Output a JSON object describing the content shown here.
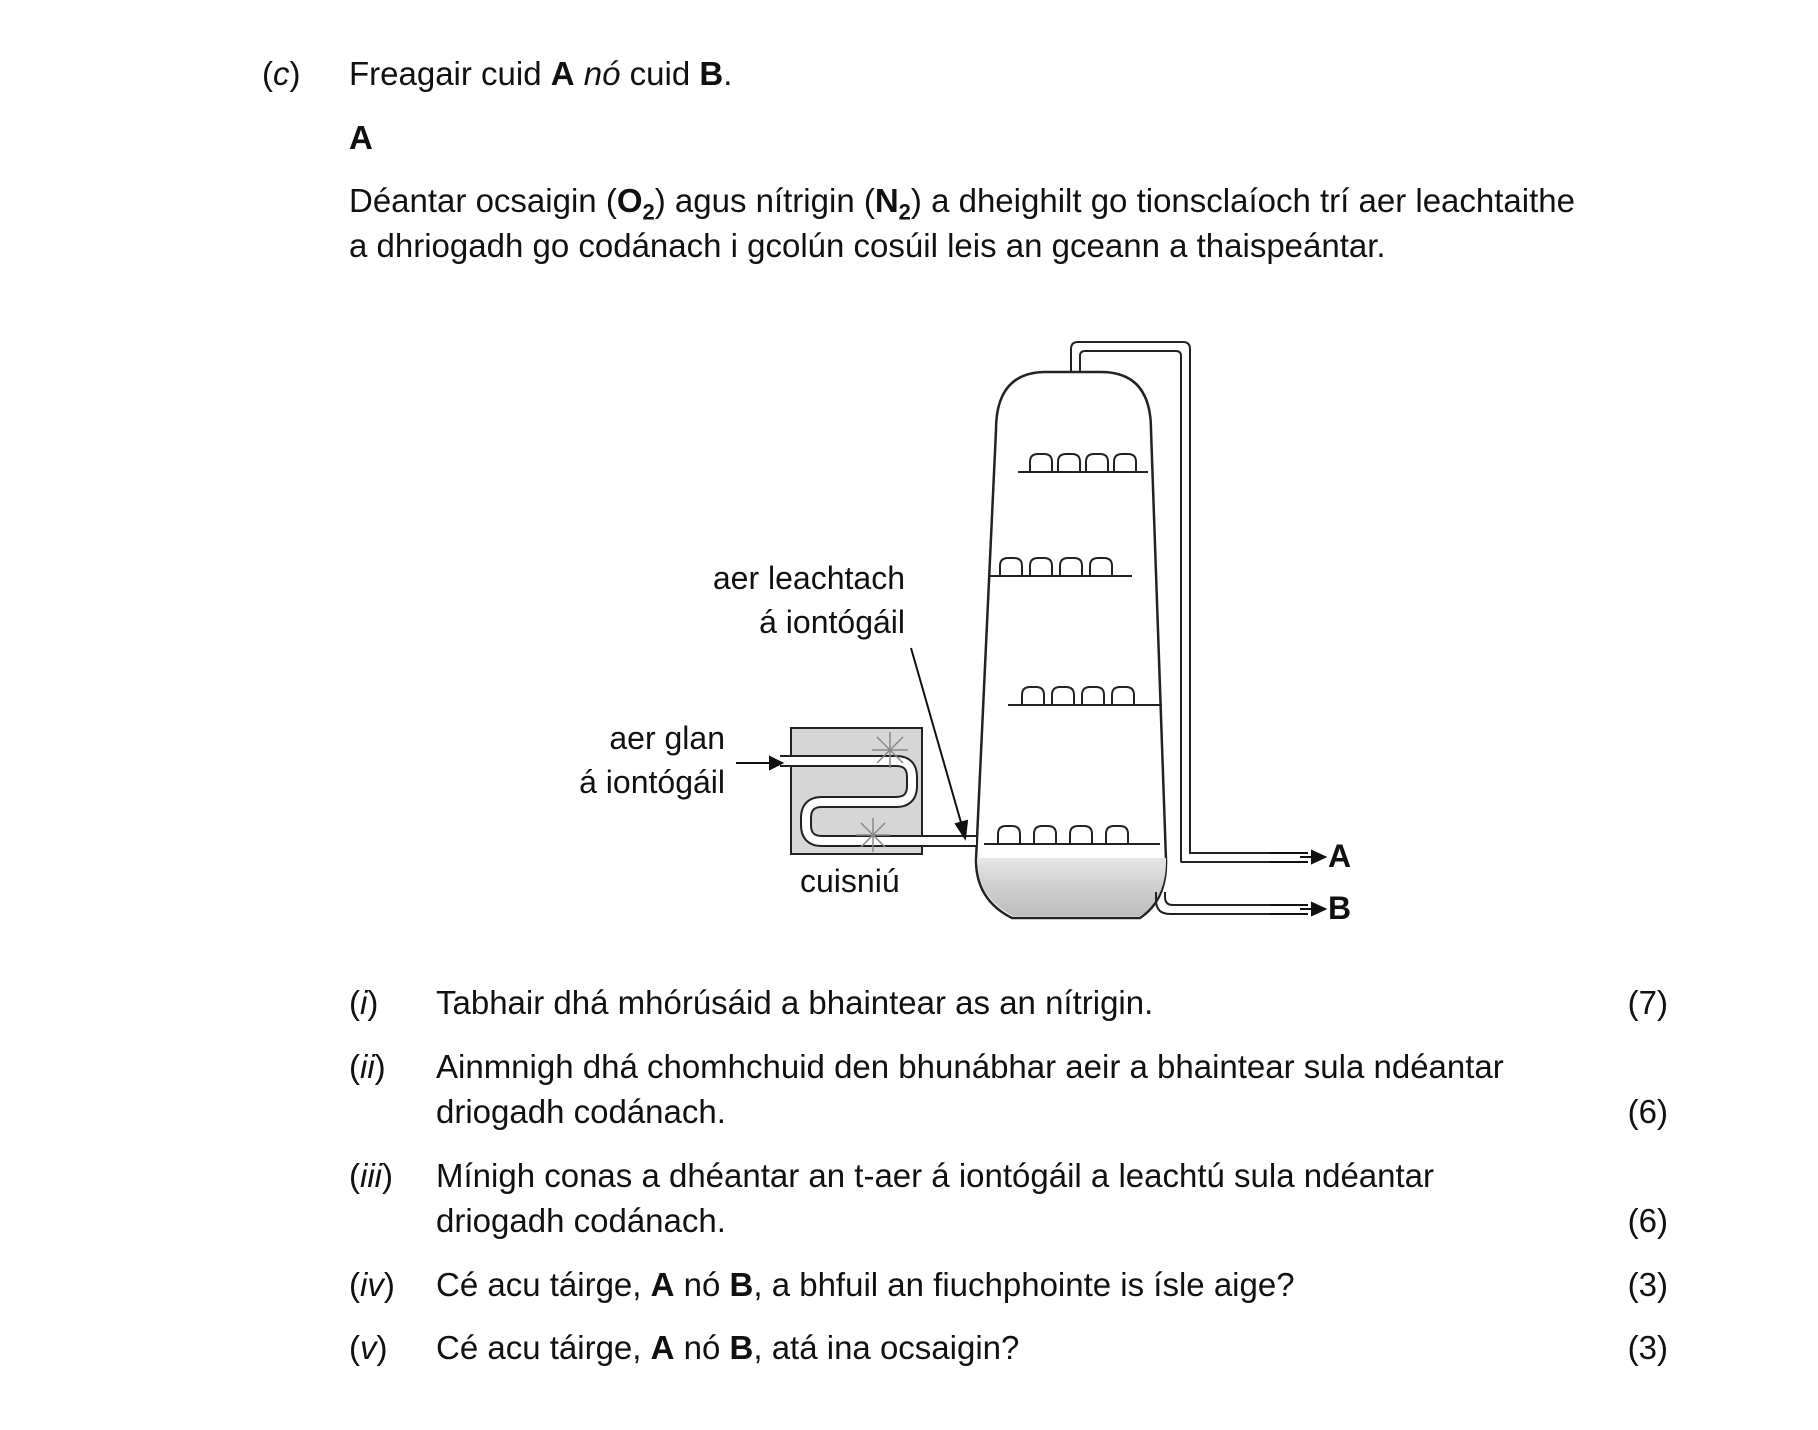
{
  "question": {
    "part_label_open": "(",
    "part_letter": "c",
    "part_label_close": ")",
    "intro_1": "Freagair cuid ",
    "option_a": "A",
    "intro_or": "nó",
    "intro_2": " cuid ",
    "option_b": "B",
    "intro_end": ".",
    "section_heading": "A",
    "para_line1_a": "Déantar ocsaigin (",
    "o2": "O",
    "o2_sub": "2",
    "para_line1_b": ") agus nítrigin (",
    "n2": "N",
    "n2_sub": "2",
    "para_line1_c": ") a dheighilt go tionsclaíoch trí aer leachtaithe",
    "para_line2": "a dhriogadh go codánach i gcolún cosúil leis an gceann a thaispeántar."
  },
  "diagram": {
    "label_liquid_air_1": "aer leachtach",
    "label_liquid_air_2": "á iontógáil",
    "label_clean_air_1": "aer glan",
    "label_clean_air_2": "á iontógáil",
    "label_cooling": "cuisniú",
    "output_a": "A",
    "output_b": "B"
  },
  "subquestions": [
    {
      "num": "i",
      "text": "Tabhair dhá mhórúsáid a bhaintear as an nítrigin.",
      "marks": "(7)"
    },
    {
      "num": "ii",
      "text_1": "Ainmnigh dhá chomhchuid den bhunábhar aeir a bhaintear sula ndéantar",
      "text_2": "driogadh codánach.",
      "marks": "(6)"
    },
    {
      "num": "iii",
      "text_1": "Mínigh conas a dhéantar an t-aer á iontógáil a leachtú sula ndéantar",
      "text_2": "driogadh codánach.",
      "marks": "(6)"
    },
    {
      "num": "iv",
      "text_a": "Cé acu táirge, ",
      "A": "A",
      "text_b": " nó ",
      "B": "B",
      "text_c": ", a bhfuil an fiuchphointe is ísle aige?",
      "marks": "(3)"
    },
    {
      "num": "v",
      "text_a": "Cé acu táirge, ",
      "A": "A",
      "text_b": " nó ",
      "B": "B",
      "text_c": ", atá ina ocsaigin?",
      "marks": "(3)"
    }
  ]
}
